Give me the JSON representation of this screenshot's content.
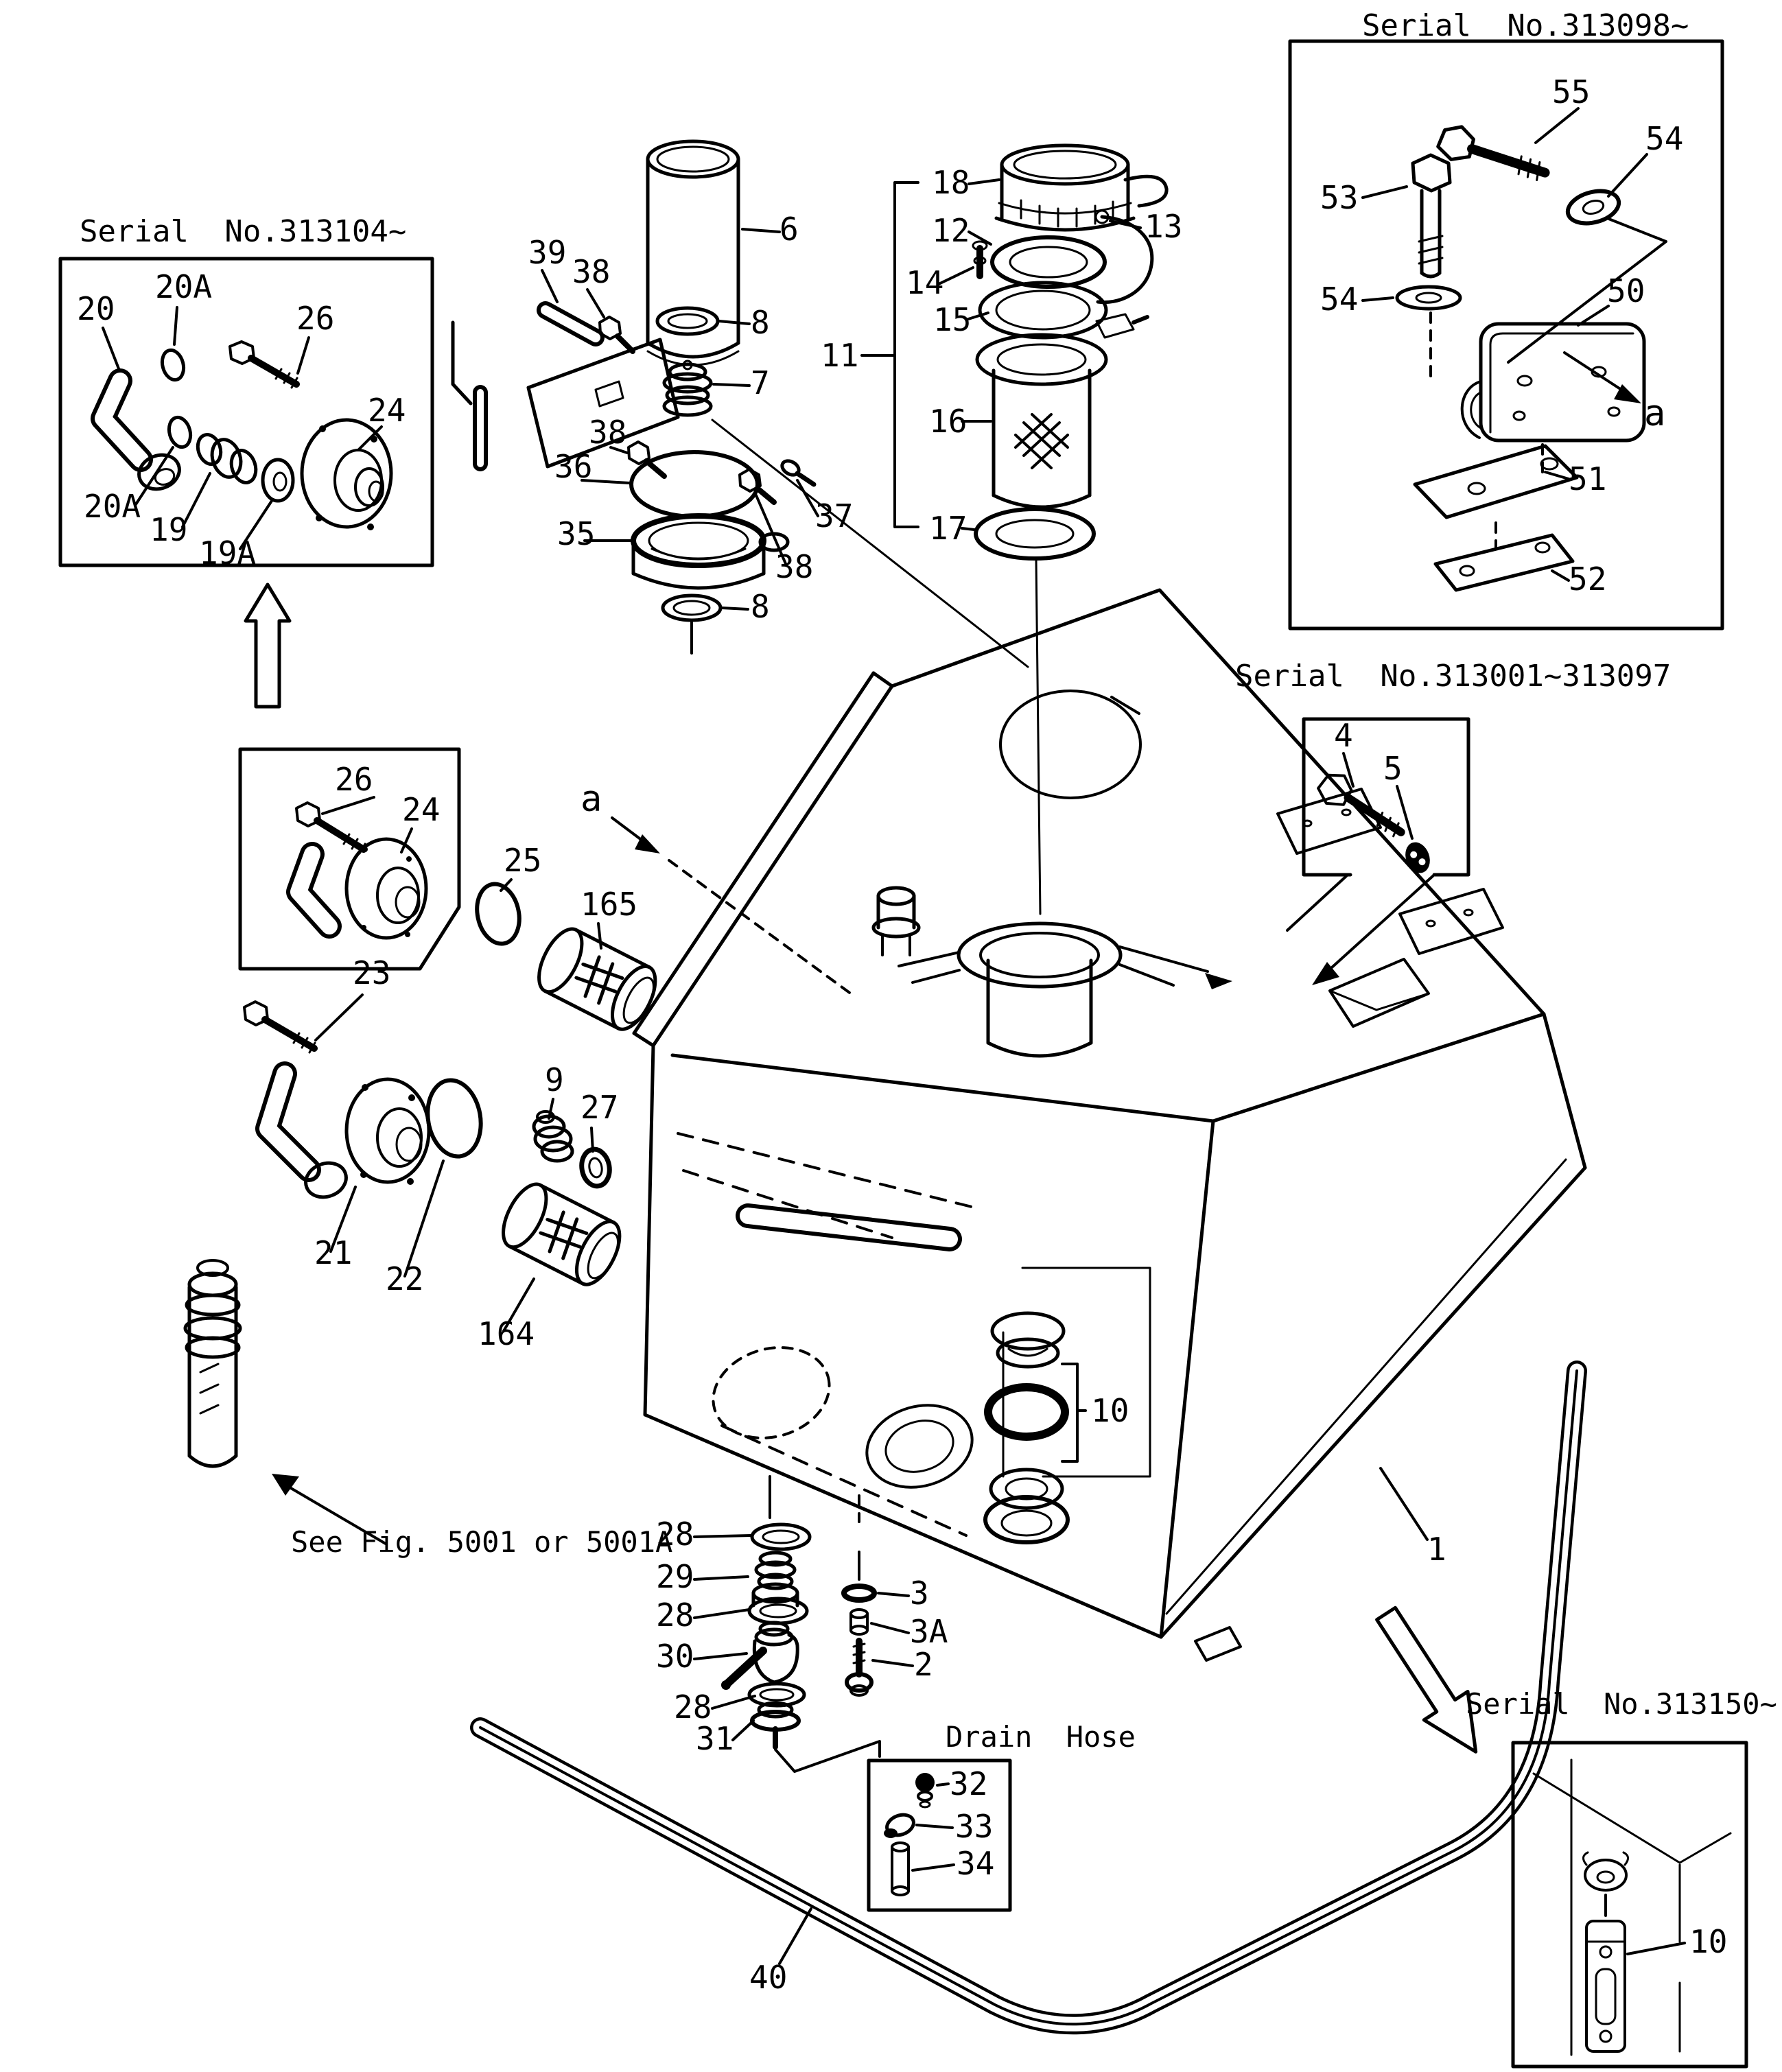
{
  "titles": {
    "box313104": "Serial No.313104~",
    "box313098": "Serial No.313098~",
    "box313001": "Serial No.313001~313097",
    "box313150": "Serial No.313150~",
    "drain_hose": "Drain Hose"
  },
  "notes": {
    "see_fig": "See Fig. 5001 or 5001A"
  },
  "callouts": {
    "box313104": {
      "n20": "20",
      "n20a_top": "20A",
      "n26": "26",
      "n24": "24",
      "n20a_bottom": "20A",
      "n19": "19",
      "n19a": "19A"
    },
    "inlet_box": {
      "n26": "26",
      "n24": "24"
    },
    "left_group": {
      "n25": "25",
      "n165": "165",
      "n23": "23",
      "n21": "21",
      "n22": "22",
      "n9": "9",
      "n27": "27",
      "n164": "164",
      "a": "a"
    },
    "filter_group": {
      "n6": "6",
      "n39": "39",
      "n38_1": "38",
      "n8_1": "8",
      "n7": "7",
      "n38_2": "38",
      "n36": "36",
      "n35": "35",
      "n37": "37",
      "n38_3": "38",
      "n8_2": "8"
    },
    "breather_group": {
      "n11": "11",
      "n18": "18",
      "n12": "12",
      "n13": "13",
      "n14": "14",
      "n15": "15",
      "n16": "16",
      "n17": "17"
    },
    "box313098": {
      "n55": "55",
      "n54_right": "54",
      "n53": "53",
      "n54_left": "54",
      "n50": "50",
      "n51": "51",
      "n52": "52",
      "a": "a"
    },
    "box313001": {
      "n4": "4",
      "n5": "5"
    },
    "tank": {
      "n1": "1",
      "n10": "10",
      "n40": "40"
    },
    "drain_group": {
      "n28_1": "28",
      "n29": "29",
      "n28_2": "28",
      "n30": "30",
      "n28_3": "28",
      "n31": "31",
      "n3": "3",
      "n3a": "3A",
      "n2": "2"
    },
    "drain_hose_box": {
      "n32": "32",
      "n33": "33",
      "n34": "34"
    },
    "box313150": {
      "n10": "10"
    }
  }
}
